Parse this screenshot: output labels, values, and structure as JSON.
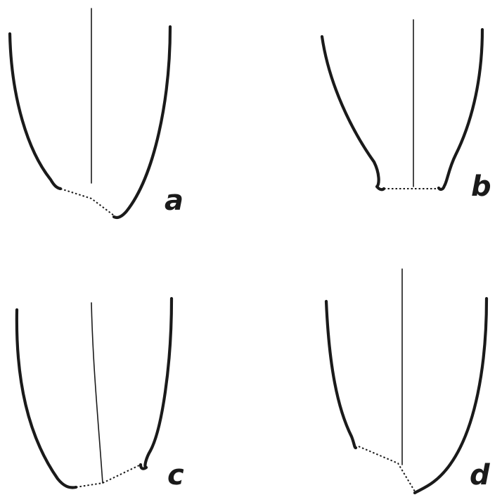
{
  "panels": [
    {
      "letter": "a"
    },
    {
      "letter": "b"
    },
    {
      "letter": "c"
    },
    {
      "letter": "d"
    }
  ]
}
